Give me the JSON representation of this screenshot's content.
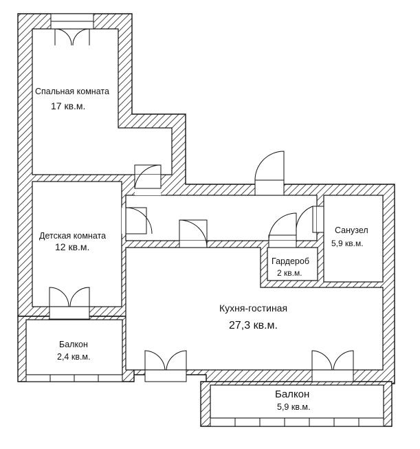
{
  "colors": {
    "wall_stroke": "#111111",
    "hatch": "#222222",
    "floor": "#ffffff",
    "text": "#111111"
  },
  "rooms": {
    "bedroom": {
      "name": "Спальная комната",
      "area": "17 кв.м."
    },
    "kids": {
      "name": "Детская комната",
      "area": "12 кв.м."
    },
    "bathroom": {
      "name": "Санузел",
      "area": "5,9 кв.м."
    },
    "wardrobe": {
      "name": "Гардероб",
      "area": "2 кв.м."
    },
    "kitchen": {
      "name": "Кухня-гостиная",
      "area": "27,3 кв.м."
    },
    "balcony_small": {
      "name": "Балкон",
      "area": "2,4 кв.м."
    },
    "balcony_large": {
      "name": "Балкон",
      "area": "5,9 кв.м."
    }
  }
}
